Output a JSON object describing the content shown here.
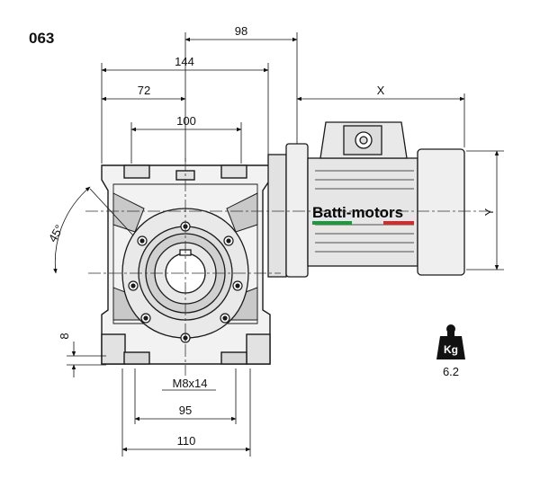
{
  "model_code": "063",
  "brand": {
    "name": "Batti-motors",
    "stripe_colors": [
      "#1a9a3a",
      "#ffffff",
      "#d42a2a"
    ]
  },
  "dimensions": {
    "d98": "98",
    "d144": "144",
    "d72": "72",
    "d100": "100",
    "dX": "X",
    "dY": "Y",
    "angle": "45°",
    "d8": "8",
    "thread": "M8x14",
    "d95": "95",
    "d110": "110"
  },
  "weight": {
    "unit": "Kg",
    "value": "6.2",
    "icon": "weight-icon"
  },
  "colors": {
    "line": "#1a1a1a",
    "body_fill": "#f2f2f2",
    "shade": "#bdbdbd",
    "motor_fill": "#e6e6e6"
  }
}
